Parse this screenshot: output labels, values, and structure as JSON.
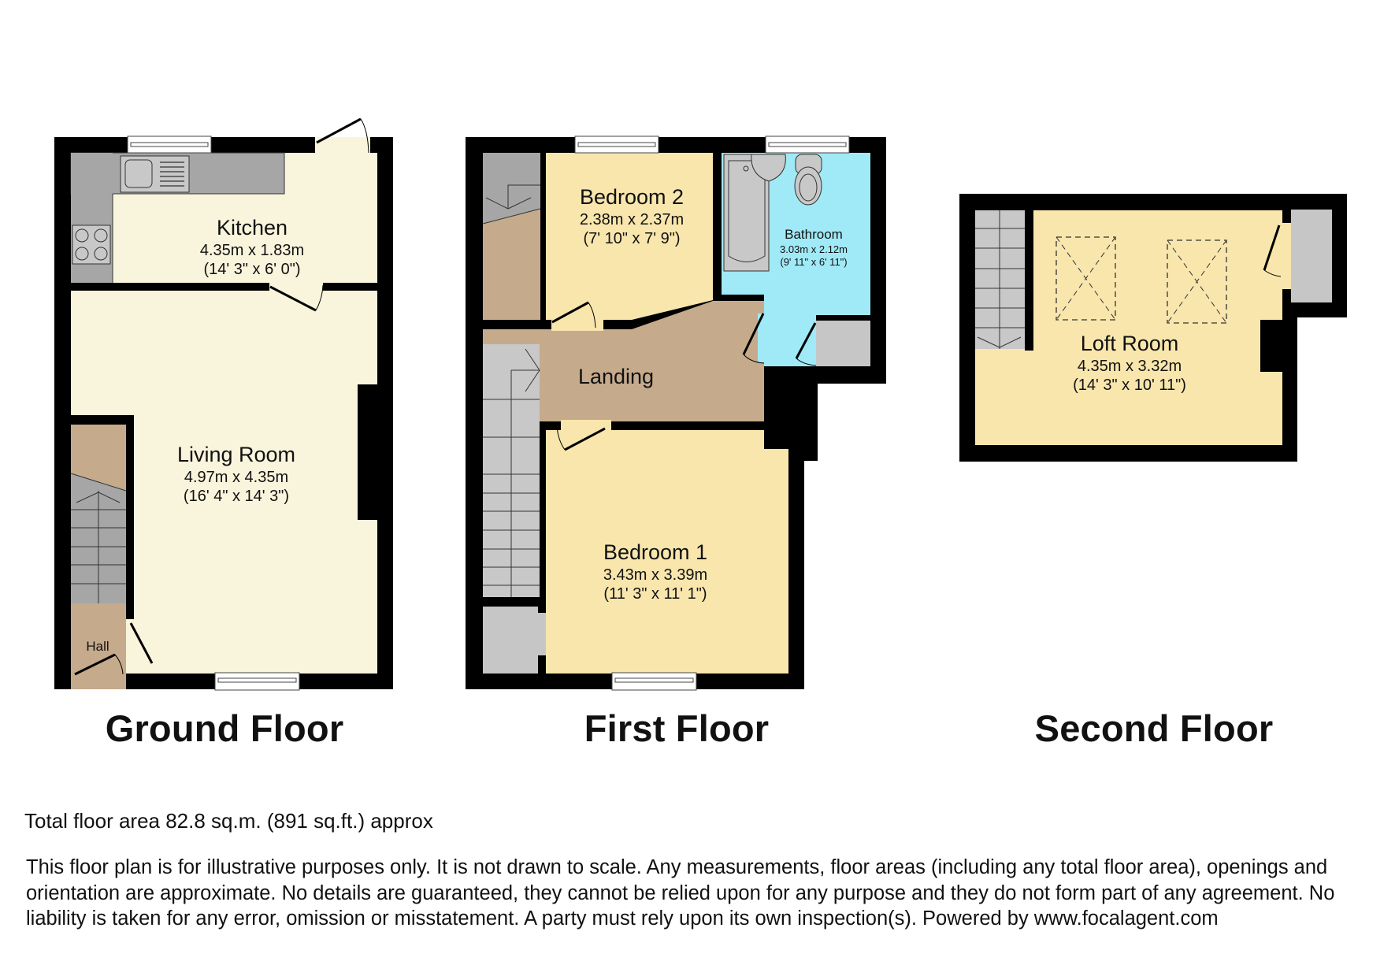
{
  "floors": [
    {
      "title": "Ground Floor",
      "rooms": [
        {
          "name": "Kitchen",
          "metric": "4.35m x 1.83m",
          "imperial": "(14' 3\" x 6' 0\")"
        },
        {
          "name": "Living Room",
          "metric": "4.97m x 4.35m",
          "imperial": "(16' 4\" x 14' 3\")"
        },
        {
          "name": "Hall"
        }
      ]
    },
    {
      "title": "First Floor",
      "rooms": [
        {
          "name": "Bedroom 2",
          "metric": "2.38m x 2.37m",
          "imperial": "(7' 10\" x 7' 9\")"
        },
        {
          "name": "Bathroom",
          "metric": "3.03m x 2.12m",
          "imperial": "(9' 11\" x 6' 11\")"
        },
        {
          "name": "Landing"
        },
        {
          "name": "Bedroom 1",
          "metric": "3.43m x 3.39m",
          "imperial": "(11' 3\" x 11' 1\")"
        }
      ]
    },
    {
      "title": "Second Floor",
      "rooms": [
        {
          "name": "Loft Room",
          "metric": "4.35m x 3.32m",
          "imperial": "(14' 3\" x 10' 11\")"
        }
      ]
    }
  ],
  "footer": {
    "total_area": "Total floor area 82.8 sq.m. (891 sq.ft.) approx",
    "disclaimer": "This floor plan is for illustrative purposes only. It is not drawn to scale. Any measurements, floor areas (including any total floor area), openings and orientation are approximate. No details are guaranteed, they cannot be relied upon for any purpose and they do not form part of any agreement. No liability is taken for any error, omission or misstatement. A party must rely upon its own inspection(s). Powered by www.focalagent.com"
  },
  "colors": {
    "wall": "#000000",
    "kitchen_living": "#f9f4dc",
    "bedroom": "#f8e6ad",
    "bathroom": "#a0e9f6",
    "landing_hall": "#c6aa8c",
    "stairs_fixtures": "#a6a6a6",
    "cupboard": "#c6c6c6"
  }
}
